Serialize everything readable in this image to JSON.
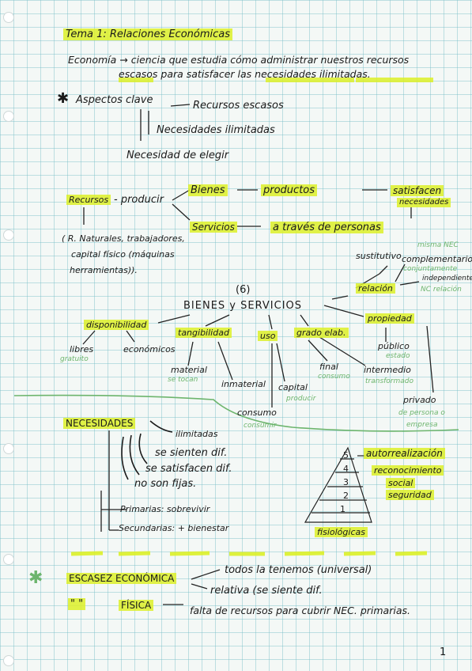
{
  "title": "Tema 1: Relaciones Económicas",
  "definition": {
    "line1": "Economía → ciencia que estudia cómo administrar nuestros recursos",
    "line2": "escasos para satisfacer las necesidades ilimitadas."
  },
  "aspects": {
    "star": "✱",
    "heading": "Aspectos clave",
    "items": [
      "Recursos escasos",
      "Necesidades ilimitadas",
      "Necesidad de elegir"
    ]
  },
  "production": {
    "recursos": "Recursos",
    "producir": "- producir",
    "bienes": "Bienes",
    "productos": "productos",
    "satisfacen": "satisfacen",
    "necesidades": "necesidades",
    "servicios": "Servicios",
    "a_traves": "a través de personas",
    "resources_detail": [
      "( R. Naturales, trabajadores,",
      "capital físico (máquinas",
      "herramientas))."
    ]
  },
  "relation": {
    "label": "relación",
    "sustitutivo": "sustitutivo",
    "sustitutivo_note": "misma NEC",
    "complementario": "complementario",
    "complementario_note": "conjuntamente",
    "independiente": "independiente",
    "independiente_note": "NC relación"
  },
  "bienes_servicios": {
    "number": "(6)",
    "heading": "BIENES y SERVICIOS",
    "categories": [
      "disponibilidad",
      "tangibilidad",
      "uso",
      "grado elab.",
      "propiedad"
    ],
    "libres": "libres",
    "libres_note": "gratuito",
    "economicos": "económicos",
    "material": "material",
    "material_note": "se tocan",
    "inmaterial": "inmaterial",
    "capital": "capital",
    "capital_note": "producir",
    "consumo": "consumo",
    "consumo_note": "consumir",
    "final": "final",
    "final_note": "consumo",
    "intermedio": "intermedio",
    "intermedio_note": "transformado",
    "publico": "público",
    "publico_note": "estado",
    "privado": "privado",
    "privado_note1": "de persona o",
    "privado_note2": "empresa"
  },
  "necesidades": {
    "heading": "NECESIDADES",
    "items": [
      "ilimitadas",
      "se sienten dif.",
      "se satisfacen dif.",
      "no son fijas."
    ],
    "primarias": "Primarias: sobrevivir",
    "secundarias": "Secundarias: + bienestar"
  },
  "pyramid": {
    "levels": [
      {
        "num": "5",
        "label": "autorrealización"
      },
      {
        "num": "4",
        "label": "reconocimiento"
      },
      {
        "num": "3",
        "label": "social"
      },
      {
        "num": "2",
        "label": "seguridad"
      },
      {
        "num": "1",
        "label": "fisiológicas"
      }
    ]
  },
  "escasez": {
    "star": "✱",
    "economica": "ESCASEZ ECONÓMICA",
    "universal": "todos la tenemos (universal)",
    "relativa": "relativa (se siente dif.",
    "quotes": "\"   \"",
    "fisica": "FÍSICA",
    "fisica_desc": "falta de recursos para cubrir NEC. primarias."
  },
  "page_number": "1"
}
